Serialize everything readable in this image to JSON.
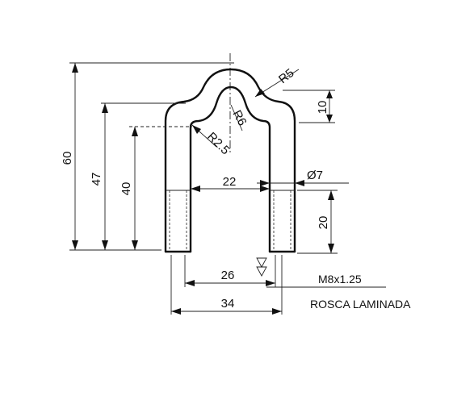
{
  "dimensions": {
    "overall_height": "60",
    "shoulder_height": "47",
    "inner_height": "40",
    "inner_width": "22",
    "thread_pitch_spacing": "26",
    "outer_width": "34",
    "top_offset": "10",
    "thread_length": "20",
    "rod_diameter": "Ø7",
    "radius_outer": "R5",
    "radius_top": "R6",
    "radius_inner": "R2.5"
  },
  "notes": {
    "thread_spec": "M8x1.25",
    "thread_process": "ROSCA LAMINADA"
  }
}
